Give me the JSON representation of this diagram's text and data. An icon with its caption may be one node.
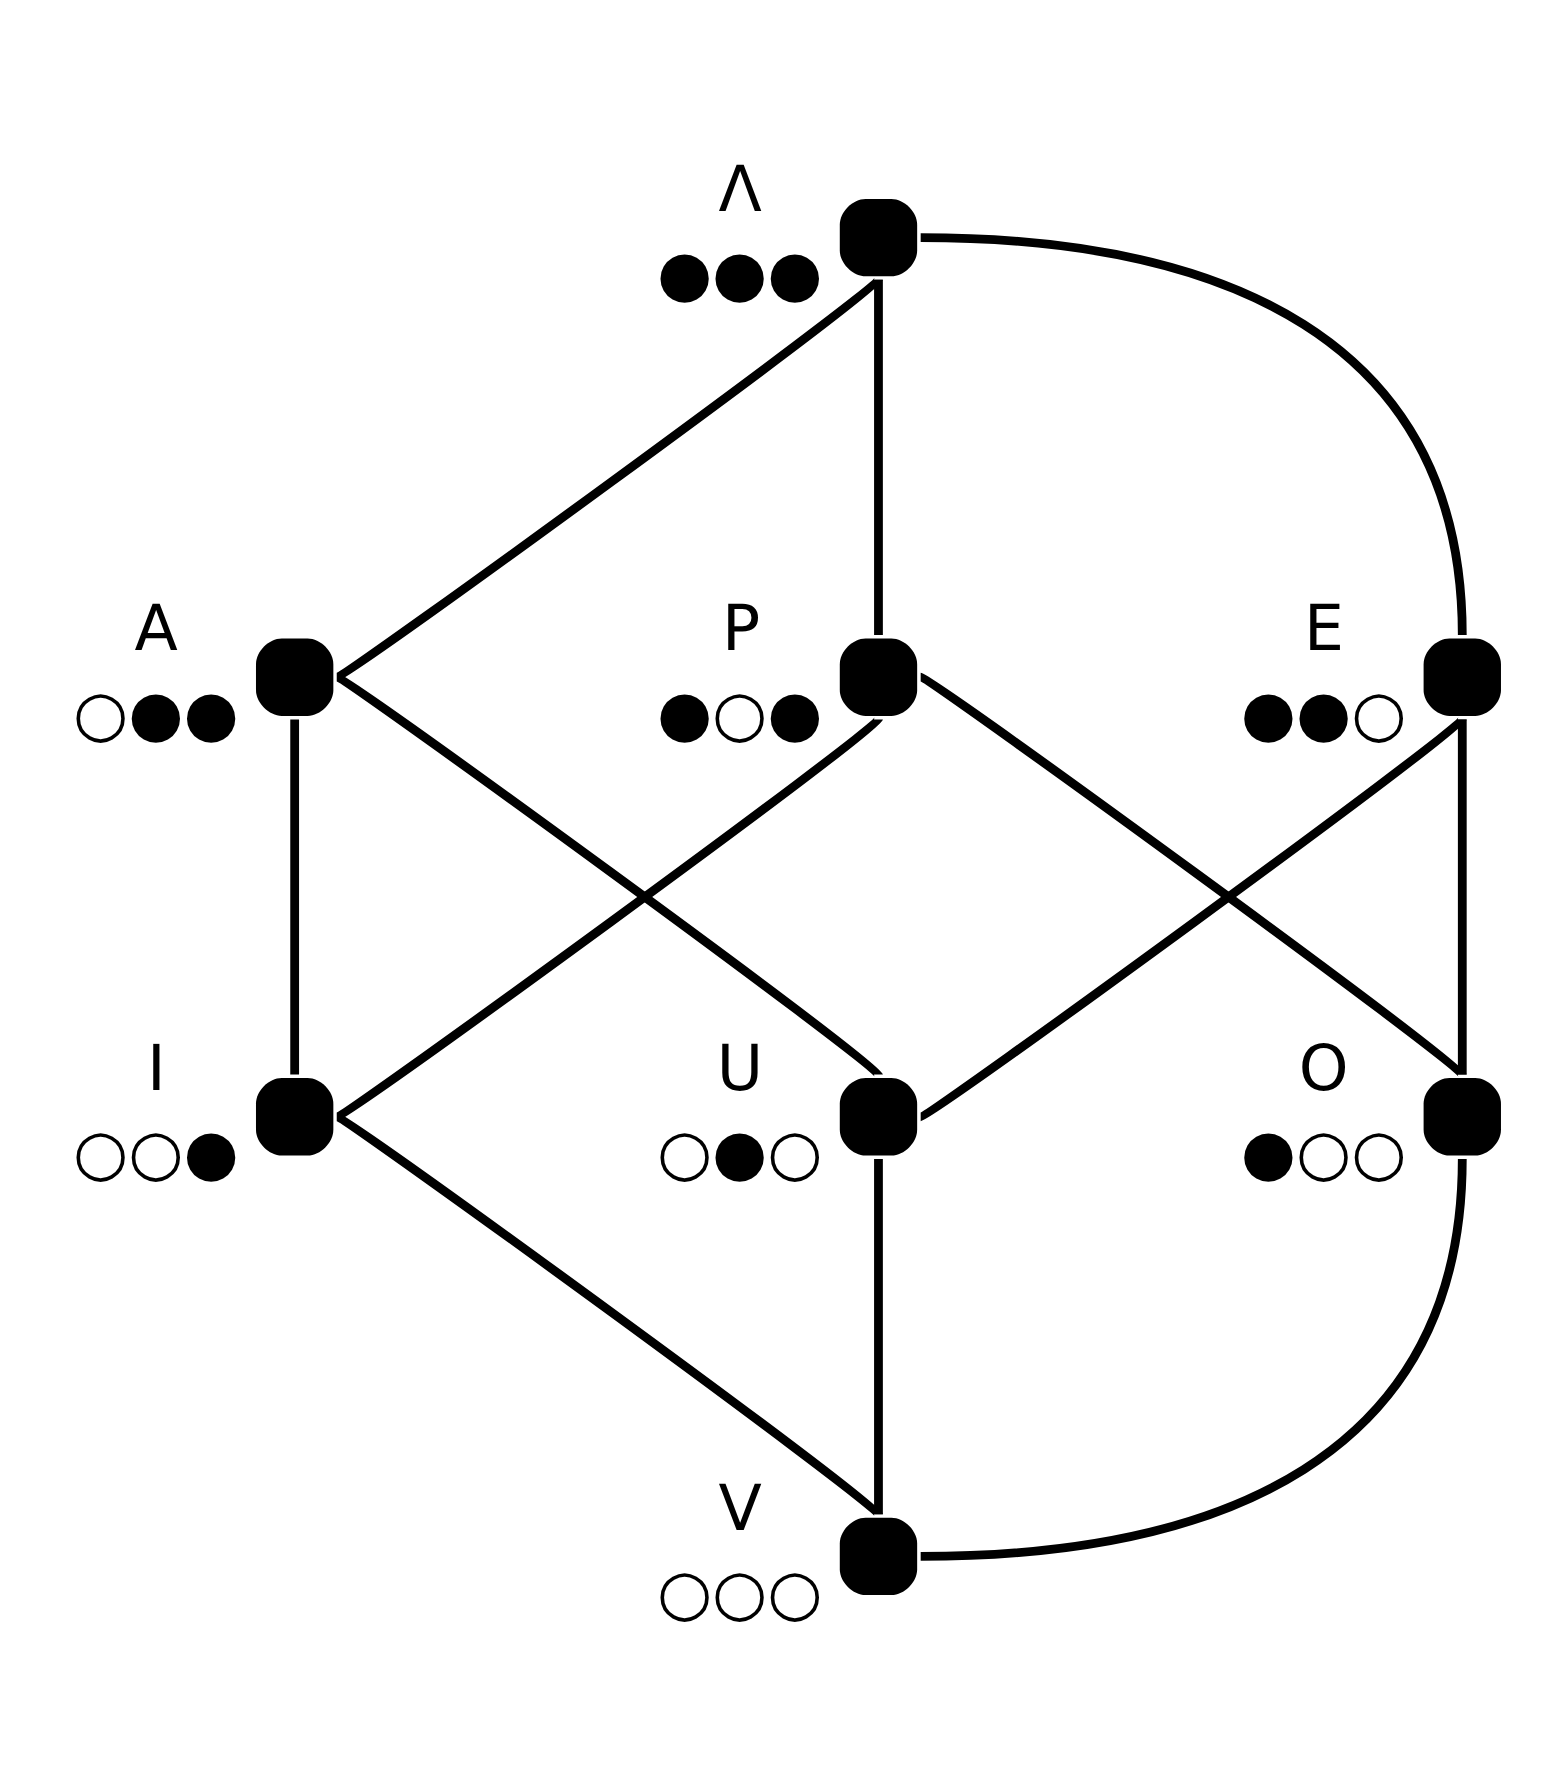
{
  "diagram": {
    "nodes": [
      {
        "text": [
          "Λ",
          "●●●"
        ]
      },
      {
        "text": [
          "A",
          "○●●"
        ]
      },
      {
        "text": [
          "P",
          "●○●"
        ]
      },
      {
        "text": [
          "E",
          "●●○"
        ]
      },
      {
        "text": [
          "I",
          "○○●"
        ]
      },
      {
        "text": [
          "U",
          "○●○"
        ]
      },
      {
        "text": [
          "O",
          "●○○"
        ]
      },
      {
        "text": [
          "V",
          "○○○"
        ]
      }
    ],
    "edges": [
      {
        "from": 0,
        "to": 1,
        "arrow": "none"
      },
      {
        "from": 0,
        "to": 3,
        "arrow": "none"
      },
      {
        "from": 0,
        "to": 2,
        "arrow": "none"
      },
      {
        "from": 1,
        "to": 4,
        "arrow": "none"
      },
      {
        "from": 1,
        "to": 5,
        "arrow": "none"
      },
      {
        "from": 3,
        "to": 5,
        "arrow": "none"
      },
      {
        "from": 3,
        "to": 6,
        "arrow": "none"
      },
      {
        "from": 2,
        "to": 4,
        "arrow": "none"
      },
      {
        "from": 2,
        "to": 6,
        "arrow": "none"
      },
      {
        "from": 4,
        "to": 7,
        "arrow": "none"
      },
      {
        "from": 5,
        "to": 7,
        "arrow": "none"
      },
      {
        "from": 6,
        "to": 7,
        "arrow": "none"
      }
    ]
  }
}
